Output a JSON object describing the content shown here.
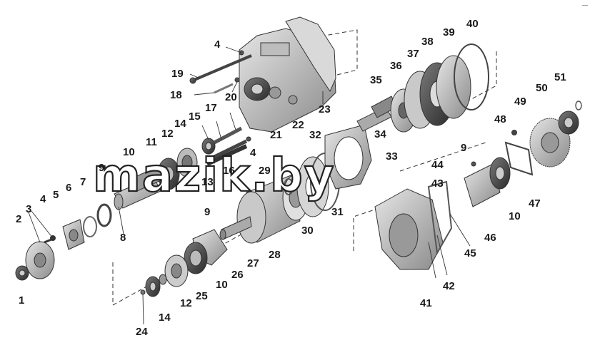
{
  "watermark": "mazik.by",
  "corner_mark": "—",
  "callouts": [
    {
      "id": "c1",
      "text": "1"
    },
    {
      "id": "c2",
      "text": "2"
    },
    {
      "id": "c3",
      "text": "3"
    },
    {
      "id": "c4a",
      "text": "4"
    },
    {
      "id": "c4b",
      "text": "4"
    },
    {
      "id": "c4c",
      "text": "4"
    },
    {
      "id": "c5",
      "text": "5"
    },
    {
      "id": "c6",
      "text": "6"
    },
    {
      "id": "c7",
      "text": "7"
    },
    {
      "id": "c8",
      "text": "8"
    },
    {
      "id": "c9a",
      "text": "9"
    },
    {
      "id": "c9b",
      "text": "9"
    },
    {
      "id": "c9c",
      "text": "9"
    },
    {
      "id": "c10a",
      "text": "10"
    },
    {
      "id": "c10b",
      "text": "10"
    },
    {
      "id": "c10c",
      "text": "10"
    },
    {
      "id": "c11",
      "text": "11"
    },
    {
      "id": "c12a",
      "text": "12"
    },
    {
      "id": "c12b",
      "text": "12"
    },
    {
      "id": "c13",
      "text": "13"
    },
    {
      "id": "c14a",
      "text": "14"
    },
    {
      "id": "c14b",
      "text": "14"
    },
    {
      "id": "c15",
      "text": "15"
    },
    {
      "id": "c16",
      "text": "16"
    },
    {
      "id": "c17",
      "text": "17"
    },
    {
      "id": "c18",
      "text": "18"
    },
    {
      "id": "c19",
      "text": "19"
    },
    {
      "id": "c20",
      "text": "20"
    },
    {
      "id": "c21",
      "text": "21"
    },
    {
      "id": "c22",
      "text": "22"
    },
    {
      "id": "c23",
      "text": "23"
    },
    {
      "id": "c24",
      "text": "24"
    },
    {
      "id": "c25",
      "text": "25"
    },
    {
      "id": "c26",
      "text": "26"
    },
    {
      "id": "c27",
      "text": "27"
    },
    {
      "id": "c28",
      "text": "28"
    },
    {
      "id": "c29",
      "text": "29"
    },
    {
      "id": "c30",
      "text": "30"
    },
    {
      "id": "c31",
      "text": "31"
    },
    {
      "id": "c32",
      "text": "32"
    },
    {
      "id": "c33",
      "text": "33"
    },
    {
      "id": "c34",
      "text": "34"
    },
    {
      "id": "c35",
      "text": "35"
    },
    {
      "id": "c36",
      "text": "36"
    },
    {
      "id": "c37",
      "text": "37"
    },
    {
      "id": "c38",
      "text": "38"
    },
    {
      "id": "c39",
      "text": "39"
    },
    {
      "id": "c40",
      "text": "40"
    },
    {
      "id": "c41",
      "text": "41"
    },
    {
      "id": "c42",
      "text": "42"
    },
    {
      "id": "c43",
      "text": "43"
    },
    {
      "id": "c44",
      "text": "44"
    },
    {
      "id": "c45",
      "text": "45"
    },
    {
      "id": "c46",
      "text": "46"
    },
    {
      "id": "c47",
      "text": "47"
    },
    {
      "id": "c48",
      "text": "48"
    },
    {
      "id": "c49",
      "text": "49"
    },
    {
      "id": "c50",
      "text": "50"
    },
    {
      "id": "c51",
      "text": "51"
    }
  ]
}
